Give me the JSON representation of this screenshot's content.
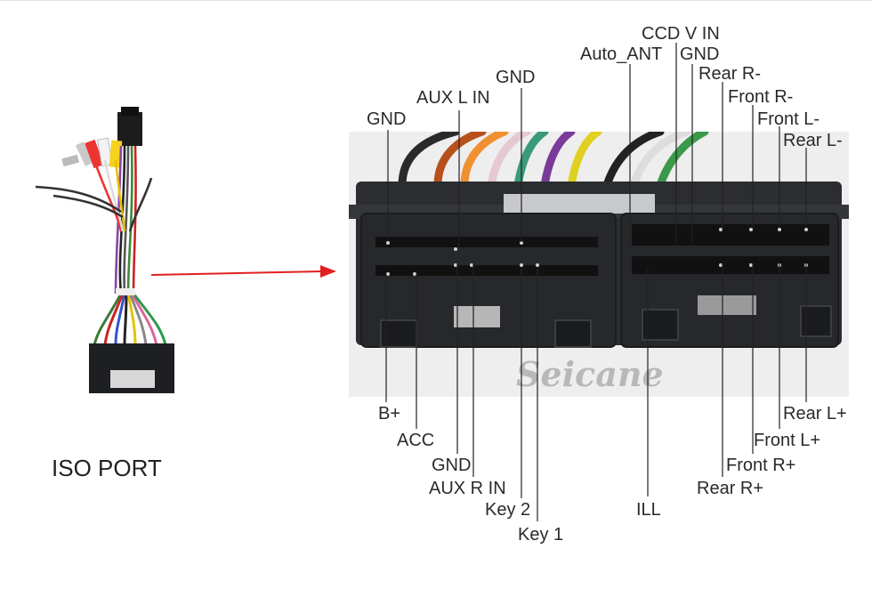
{
  "title": "ISO PORT",
  "watermark": "Seicane",
  "colors": {
    "arrow": "#e02020",
    "connector": "#2b2d31",
    "leader": "#222222"
  },
  "labels": {
    "top": [
      {
        "id": "ccd-v-in",
        "text": "CCD V IN"
      },
      {
        "id": "auto-ant",
        "text": "Auto_ANT"
      },
      {
        "id": "gnd-top-right",
        "text": "GND"
      },
      {
        "id": "rear-r-minus",
        "text": "Rear R-"
      },
      {
        "id": "gnd-top-mid",
        "text": "GND"
      },
      {
        "id": "front-r-minus",
        "text": "Front R-"
      },
      {
        "id": "aux-l-in",
        "text": "AUX L IN"
      },
      {
        "id": "front-l-minus",
        "text": "Front L-"
      },
      {
        "id": "gnd-top-left",
        "text": "GND"
      },
      {
        "id": "rear-l-minus",
        "text": "Rear L-"
      }
    ],
    "bottom": [
      {
        "id": "b-plus",
        "text": "B+"
      },
      {
        "id": "rear-l-plus",
        "text": "Rear L+"
      },
      {
        "id": "acc",
        "text": "ACC"
      },
      {
        "id": "front-l-plus",
        "text": "Front L+"
      },
      {
        "id": "gnd-bottom",
        "text": "GND"
      },
      {
        "id": "front-r-plus",
        "text": "Front R+"
      },
      {
        "id": "aux-r-in",
        "text": "AUX R IN"
      },
      {
        "id": "rear-r-plus",
        "text": "Rear R+"
      },
      {
        "id": "key-2",
        "text": "Key 2"
      },
      {
        "id": "ill",
        "text": "ILL"
      },
      {
        "id": "key-1",
        "text": "Key 1"
      }
    ]
  }
}
